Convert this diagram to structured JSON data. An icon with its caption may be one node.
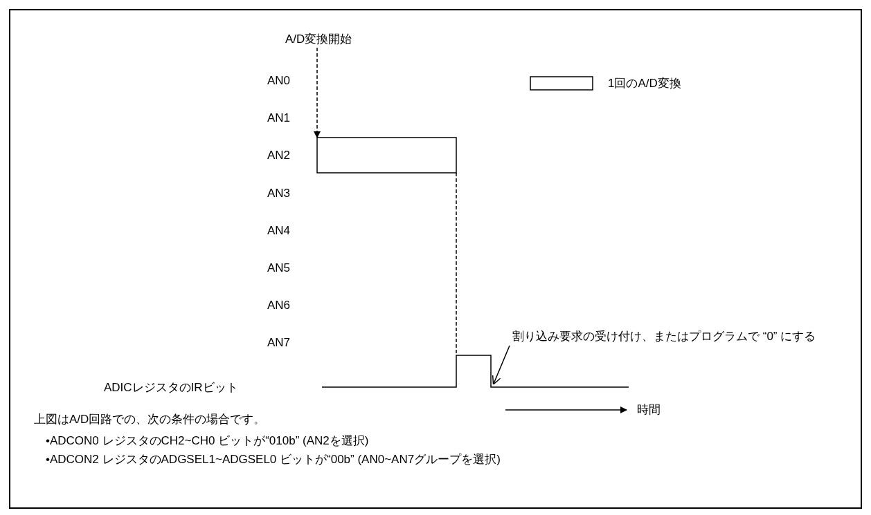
{
  "diagram": {
    "nodes": [
      {
        "text": [
          "A/D変換開始"
        ]
      },
      {
        "text": [],
        "shape": "box"
      },
      {
        "text": [
          "割り込み要求の受け付け、またはプログラムで “0” にする"
        ]
      },
      {
        "text": [],
        "shape": "line"
      }
    ],
    "edges": [
      {
        "from": 0,
        "to": 1,
        "arrow": "to",
        "style": "dashed"
      },
      {
        "from": 1,
        "to": 3,
        "arrow": "none",
        "style": "dashed"
      },
      {
        "from": 2,
        "to": 3,
        "arrow": "to"
      }
    ],
    "labels": [
      "AN0",
      "AN1",
      "AN2",
      "AN3",
      "AN4",
      "AN5",
      "AN6",
      "AN7",
      "ADICレジスタのIRビット",
      "時間",
      "上図はA/D回路での、次の条件の場合です。",
      "•ADCON0 レジスタのCH2~CH0 ビットが“010b” (AN2を選択)",
      "•ADCON2 レジスタのADGSEL1~ADGSEL0 ビットが“00b” (AN0~AN7グループを選択)"
    ],
    "legend": [
      {
        "text": "1回のA/D変換"
      }
    ]
  }
}
